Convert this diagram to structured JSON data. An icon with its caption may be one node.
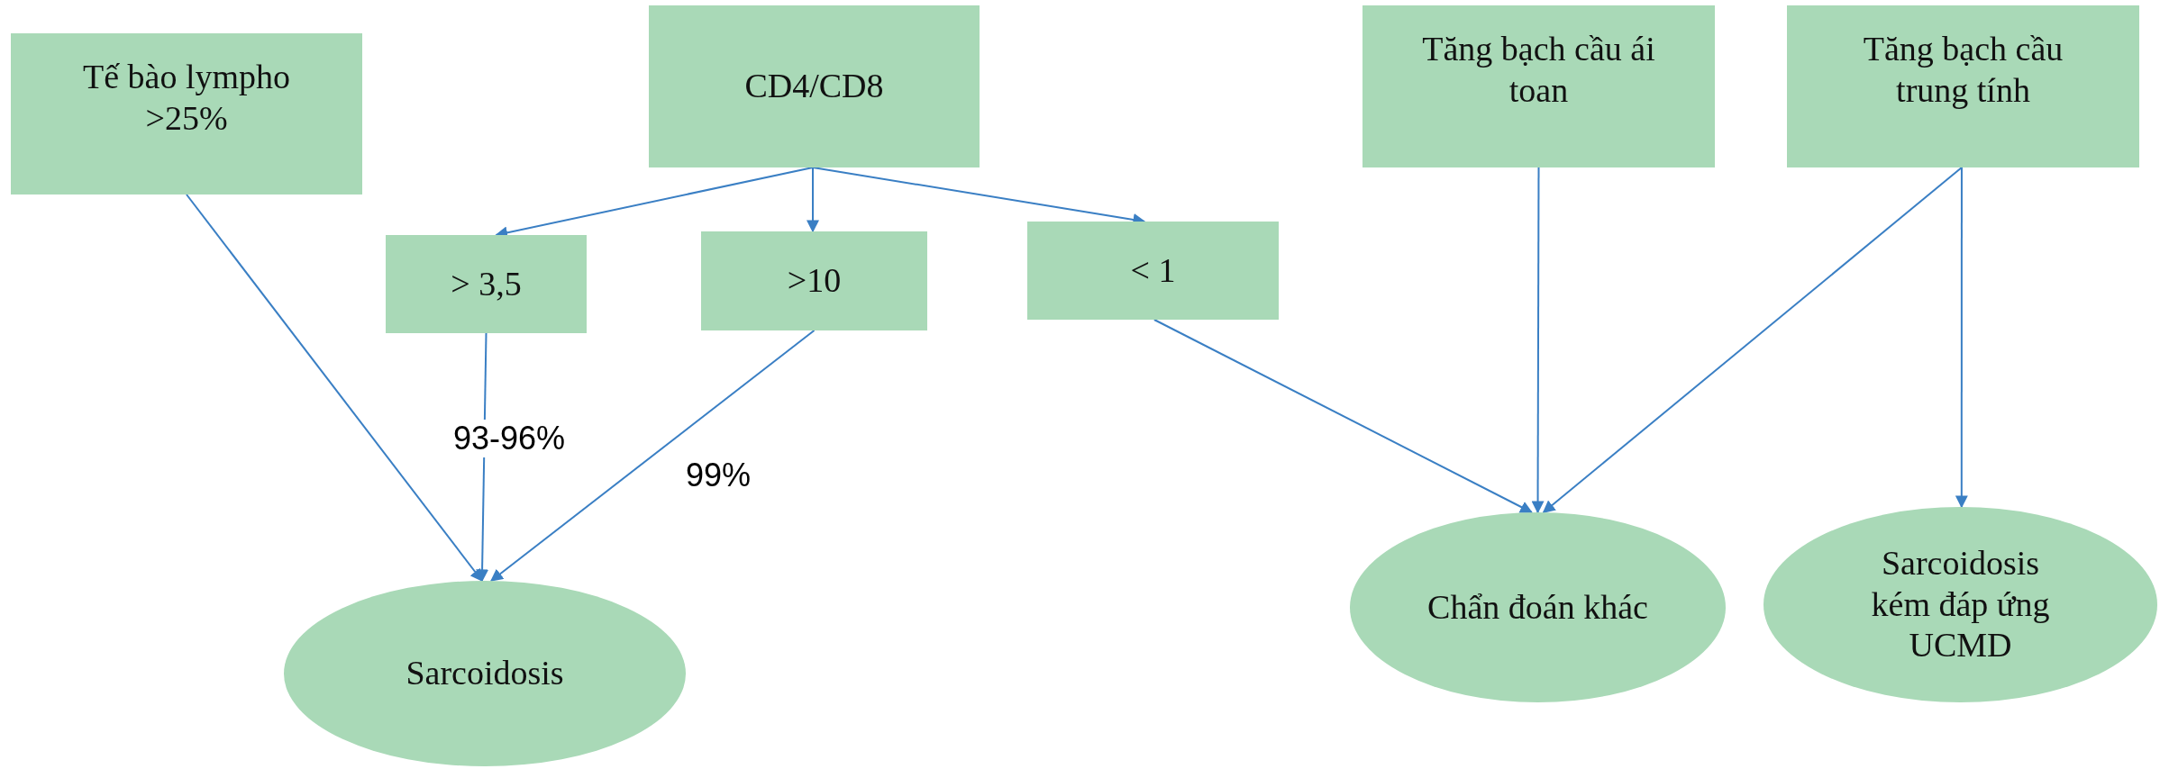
{
  "diagram": {
    "nodes": [
      {
        "text": [
          "Tế bào lympho >25%"
        ]
      },
      {
        "text": [
          "CD4/CD8"
        ]
      },
      {
        "text": [
          "> 3,5"
        ]
      },
      {
        "text": [
          ">10"
        ]
      },
      {
        "text": [
          "< 1"
        ]
      },
      {
        "text": [
          "Tăng bạch cầu ái toan"
        ]
      },
      {
        "text": [
          "Tăng bạch cầu trung tính"
        ]
      },
      {
        "text": [
          "Sarcoidosis"
        ]
      },
      {
        "text": [
          "Chẩn đoán khác"
        ]
      },
      {
        "text": [
          "Sarcoidosis kém đáp ứng UCMD"
        ]
      }
    ],
    "edges": [
      {
        "from": 1,
        "to": 2,
        "arrow": "to"
      },
      {
        "from": 1,
        "to": 3,
        "arrow": "to"
      },
      {
        "from": 1,
        "to": 4,
        "arrow": "to"
      },
      {
        "from": 0,
        "to": 7,
        "arrow": "to"
      },
      {
        "from": 2,
        "to": 7,
        "arrow": "to",
        "label": "93-96%"
      },
      {
        "from": 3,
        "to": 7,
        "arrow": "to",
        "label": "99%"
      },
      {
        "from": 4,
        "to": 8,
        "arrow": "to"
      },
      {
        "from": 5,
        "to": 8,
        "arrow": "to"
      },
      {
        "from": 6,
        "to": 8,
        "arrow": "to"
      },
      {
        "from": 6,
        "to": 9,
        "arrow": "to"
      }
    ]
  }
}
